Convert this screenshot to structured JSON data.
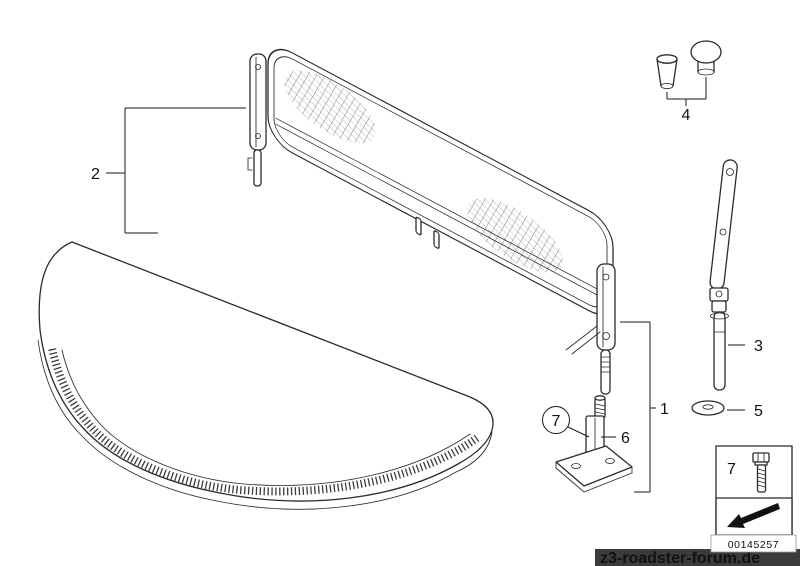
{
  "callouts": {
    "c1": "1",
    "c2": "2",
    "c3": "3",
    "c4": "4",
    "c5": "5",
    "c6": "6",
    "c7": "7",
    "c7_box": "7"
  },
  "footer": {
    "doc_number": "00145257",
    "watermark": "z3-roadster-forum.de"
  },
  "colors": {
    "watermark_bar": "#3b3b3b",
    "watermark_text": "#dedede"
  }
}
